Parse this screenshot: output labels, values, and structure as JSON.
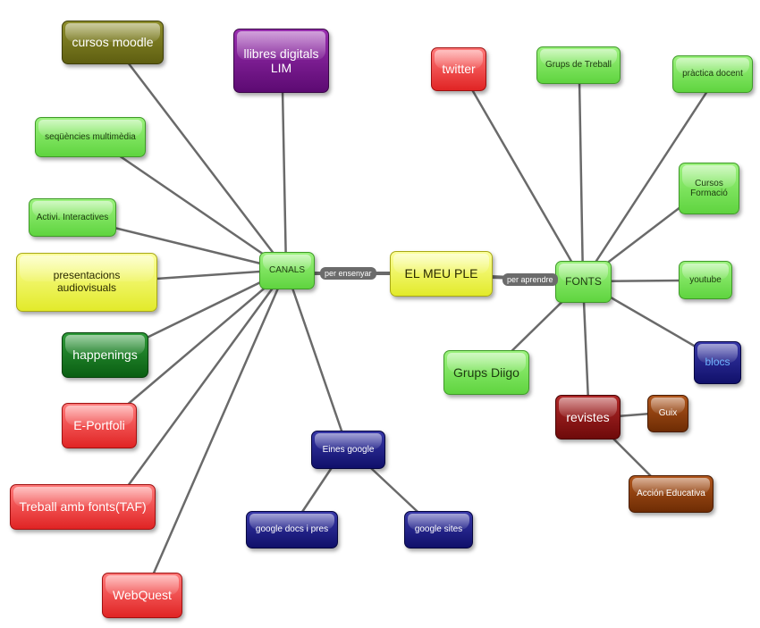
{
  "center": "EL MEU PLE",
  "edge_labels": {
    "teach": "per ensenyar",
    "learn": "per aprendre"
  },
  "canals": {
    "label": "CANALS",
    "items": {
      "cursos_moodle": "cursos moodle",
      "llibres_digitals": "llibres digitals LIM",
      "sequencies": "seqüències multimèdia",
      "activi": "Activi. Interactives",
      "presentacions": "presentacions audiovisuals",
      "happenings": "happenings",
      "eportfoli": "E-Portfoli",
      "treball": "Treball amb fonts(TAF)",
      "webquest": "WebQuest"
    },
    "eines_google": {
      "label": "Eines google",
      "docs": "google docs i pres",
      "sites": "google sites"
    }
  },
  "fonts": {
    "label": "FONTS",
    "items": {
      "twitter": "twitter",
      "grups_treball": "Grups de Treball",
      "practica": "pràctica docent",
      "cursos_formacio": "Cursos Formació",
      "youtube": "youtube",
      "blocs": "blocs",
      "grups_diigo": "Grups Diigo"
    },
    "revistes": {
      "label": "revistes",
      "guix": "Guix",
      "accion": "Acción Educativa"
    }
  }
}
